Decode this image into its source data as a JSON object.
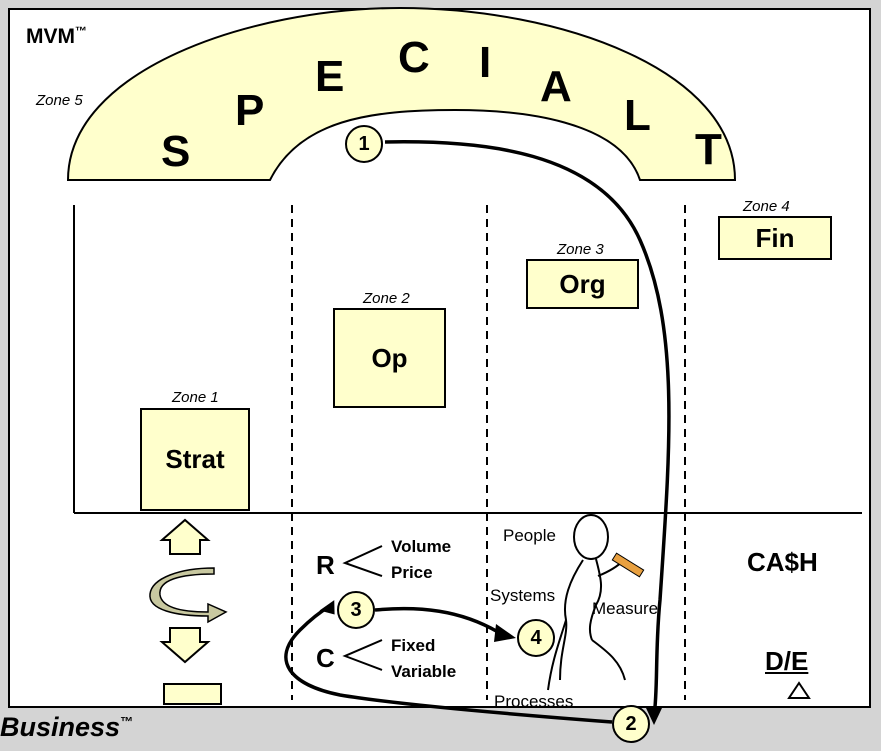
{
  "title": "MVM",
  "title_mark": "™",
  "arch": {
    "zone": "Zone 5",
    "letters": [
      "S",
      "P",
      "E",
      "C",
      "I",
      "A",
      "L",
      "T"
    ]
  },
  "zones": [
    {
      "zone": "Zone 1",
      "box": "Strat"
    },
    {
      "zone": "Zone 2",
      "box": "Op"
    },
    {
      "zone": "Zone 3",
      "box": "Org"
    },
    {
      "zone": "Zone 4",
      "box": "Fin"
    }
  ],
  "revenue": {
    "letter": "R",
    "items": [
      "Volume",
      "Price"
    ]
  },
  "cost": {
    "letter": "C",
    "items": [
      "Fixed",
      "Variable"
    ]
  },
  "figure_labels": {
    "people": "People",
    "systems": "Systems",
    "measure": "Measure",
    "processes": "Processes"
  },
  "cash": "CA$H",
  "de": "D/E",
  "steps": [
    "1",
    "2",
    "3",
    "4"
  ],
  "footer": {
    "text": "Business",
    "mark": "™"
  },
  "colors": {
    "fill": "#ffffcc",
    "line": "#000000",
    "background": "#d4d4d4"
  }
}
